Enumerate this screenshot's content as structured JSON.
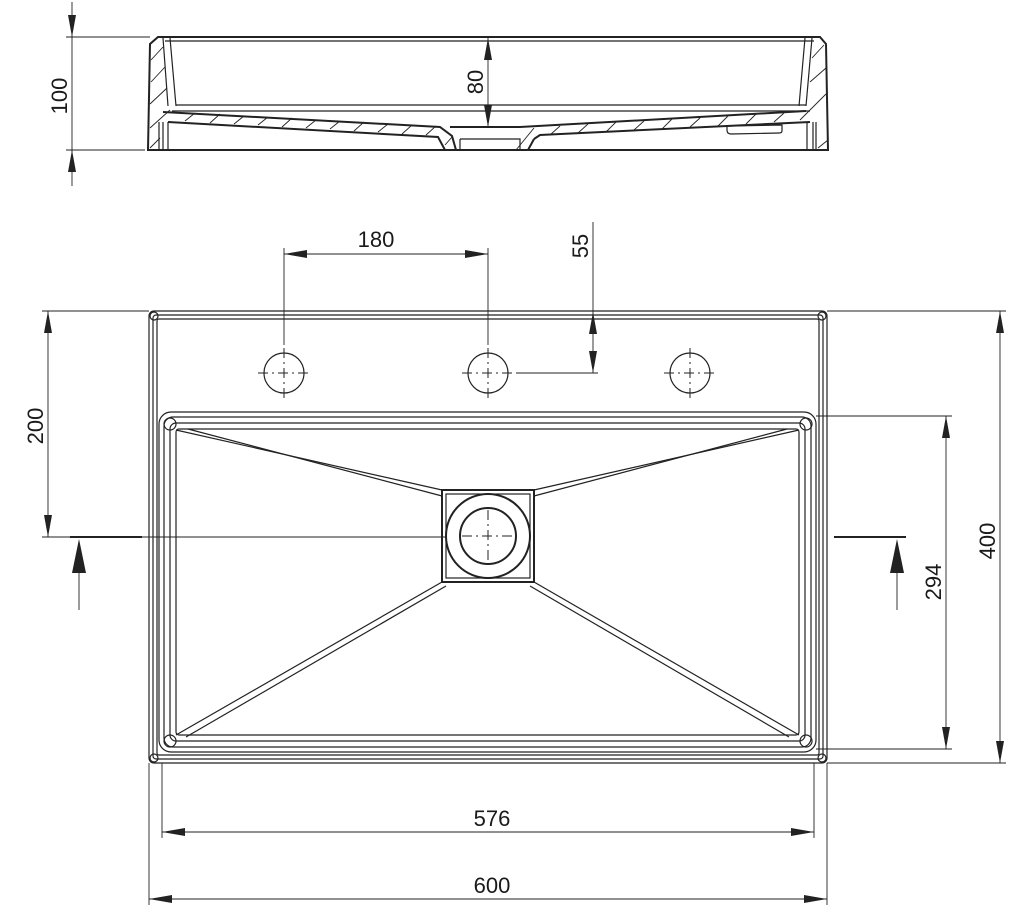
{
  "drawing": {
    "subject": "washbasin technical drawing",
    "views": [
      "side-section",
      "top-plan"
    ],
    "line_color": "#222222",
    "background": "#ffffff"
  },
  "dimensions": {
    "overall_height": "100",
    "bowl_depth": "80",
    "tap_hole_spacing": "180",
    "tap_hole_offset": "55",
    "section_line_offset": "200",
    "overall_depth": "400",
    "bowl_inner_depth": "294",
    "bowl_inner_width": "576",
    "overall_width": "600"
  },
  "features": {
    "tap_holes": 3,
    "drain": "center drain with square surround",
    "section_marks": [
      "left-arrow-up",
      "right-arrow-up"
    ]
  }
}
